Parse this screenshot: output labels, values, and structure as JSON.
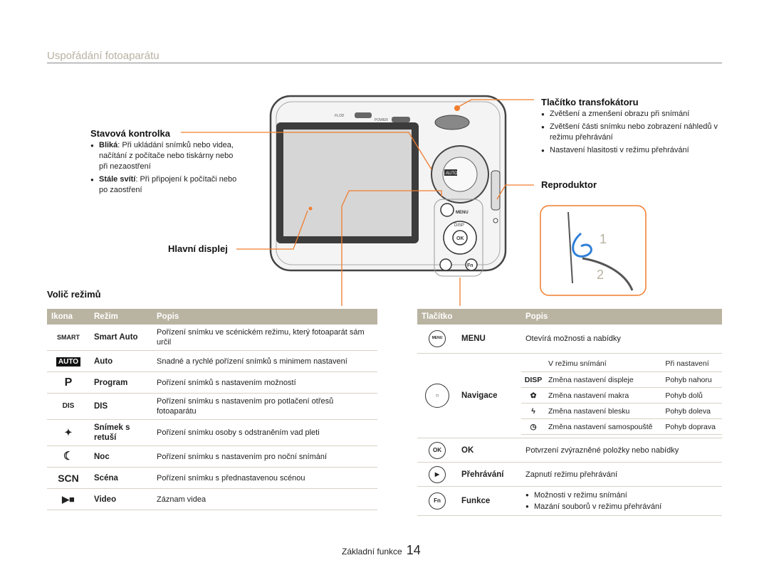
{
  "header": {
    "title": "Uspořádání fotoaparátu"
  },
  "callouts": {
    "zoom": {
      "title": "Tlačítko transfokátoru",
      "bullets": [
        "Zvětšení a zmenšení obrazu při snímání",
        "Zvětšení části snímku nebo zobrazení náhledů v režimu přehrávání",
        "Nastavení hlasitosti v režimu přehrávání"
      ]
    },
    "status_lamp": {
      "title": "Stavová kontrolka",
      "items": [
        {
          "bold": "Bliká",
          "text": ": Při ukládání snímků nebo videa, načítání z počítače nebo tiskárny nebo při nezaostření"
        },
        {
          "bold": "Stále svítí",
          "text": ": Při připojení k počítači nebo po zaostření"
        }
      ]
    },
    "speaker": {
      "title": "Reproduktor"
    },
    "display": {
      "title": "Hlavní displej"
    },
    "mode_dial": {
      "title": "Volič režimů"
    },
    "strap_steps": [
      "1",
      "2"
    ]
  },
  "camera": {
    "labels": {
      "flod": "FLOD",
      "power": "POWER",
      "menu": "MENU",
      "disp": "DISP",
      "ok": "OK",
      "fn": "Fn",
      "auto": "AUTO"
    }
  },
  "mode_table": {
    "headers": [
      "Ikona",
      "Režim",
      "Popis"
    ],
    "rows": [
      {
        "icon": "SMART",
        "mode": "Smart Auto",
        "desc": "Pořízení snímku ve scénickém režimu, který fotoaparát sám určil"
      },
      {
        "icon": "AUTO",
        "mode": "Auto",
        "desc": "Snadné a rychlé pořízení snímků s minimem nastavení"
      },
      {
        "icon": "P",
        "mode": "Program",
        "desc": "Pořízení snímků s nastavením možností"
      },
      {
        "icon": "DIS",
        "mode": "DIS",
        "desc": "Pořízení snímku s nastavením pro potlačení otřesů fotoaparátu"
      },
      {
        "icon": "✦",
        "mode": "Snímek s retuší",
        "desc": "Pořízení snímku osoby s odstraněním vad pleti"
      },
      {
        "icon": "☾",
        "mode": "Noc",
        "desc": "Pořízení snímku s nastavením pro noční snímání"
      },
      {
        "icon": "SCN",
        "mode": "Scéna",
        "desc": "Pořízení snímku s přednastavenou scénou"
      },
      {
        "icon": "▶■",
        "mode": "Video",
        "desc": "Záznam videa"
      }
    ]
  },
  "button_table": {
    "headers": [
      "Tlačítko",
      "Popis"
    ],
    "menu": {
      "icon": "MENU",
      "name": "MENU",
      "desc": "Otevírá možnosti a nabídky"
    },
    "navigation": {
      "name": "Navigace",
      "col_headers": [
        "V režimu snímání",
        "Při nastavení"
      ],
      "rows": [
        {
          "symbol": "DISP",
          "shoot": "Změna nastavení displeje",
          "setting": "Pohyb nahoru"
        },
        {
          "symbol": "✿",
          "shoot": "Změna nastavení makra",
          "setting": "Pohyb dolů"
        },
        {
          "symbol": "ϟ",
          "shoot": "Změna nastavení blesku",
          "setting": "Pohyb doleva"
        },
        {
          "symbol": "◷",
          "shoot": "Změna nastavení samospouště",
          "setting": "Pohyb doprava"
        }
      ]
    },
    "ok": {
      "icon": "OK",
      "name": "OK",
      "desc": "Potvrzení zvýrazněné položky nebo nabídky"
    },
    "playback": {
      "icon": "▶",
      "name": "Přehrávání",
      "desc": "Zapnutí režimu přehrávání"
    },
    "function": {
      "icon": "Fn",
      "name": "Funkce",
      "bullets": [
        "Možnosti v režimu snímání",
        "Mazání souborů v režimu přehrávání"
      ]
    }
  },
  "footer": {
    "section": "Základní funkce",
    "page": "14"
  },
  "colors": {
    "accent": "#f07d2e",
    "table_header": "#b9b3a1",
    "title": "#b7b1a1"
  }
}
